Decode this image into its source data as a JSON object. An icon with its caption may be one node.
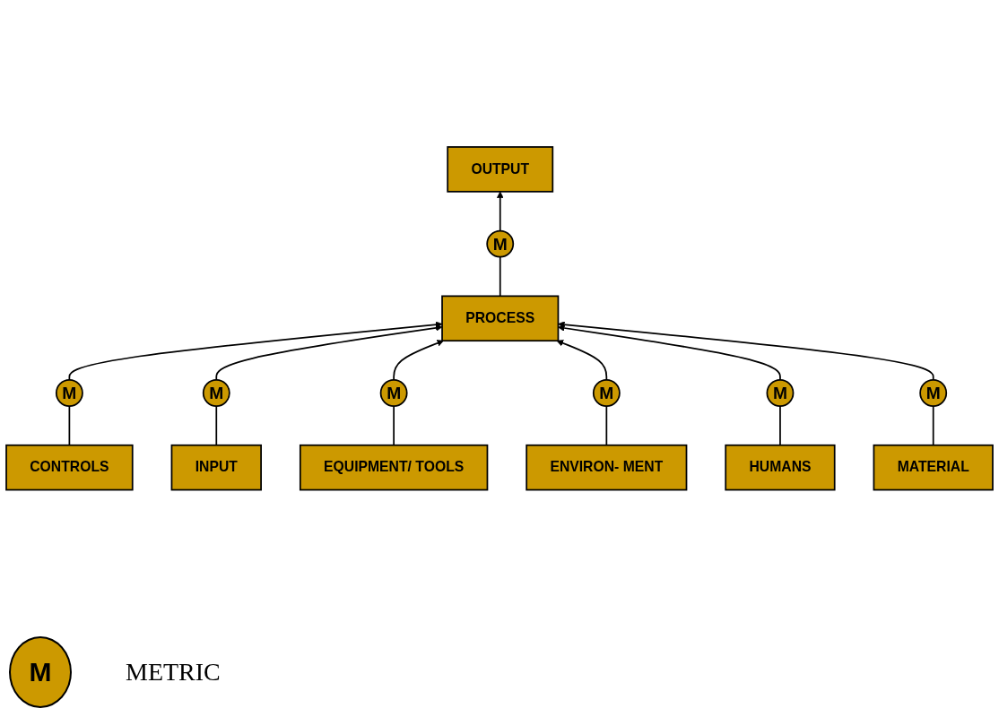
{
  "diagram": {
    "nodes": [
      {
        "text": [
          "CONTROLS"
        ]
      },
      {
        "text": [
          "M"
        ]
      },
      {
        "text": [
          "INPUT"
        ]
      },
      {
        "text": [
          "M"
        ]
      },
      {
        "text": [
          "PROCESS"
        ]
      },
      {
        "text": [
          "M"
        ]
      },
      {
        "text": [
          "OUTPUT"
        ]
      },
      {
        "text": [
          "M"
        ]
      },
      {
        "text": [
          "M"
        ]
      },
      {
        "text": [
          "M"
        ]
      },
      {
        "text": [
          "M"
        ]
      },
      {
        "text": [
          "EQUIPMENT/ TOOLS"
        ]
      },
      {
        "text": [
          "ENVIRON- MENT"
        ]
      },
      {
        "text": [
          "HUMANS"
        ]
      },
      {
        "text": [
          "MATERIAL"
        ]
      }
    ],
    "edges": [
      {
        "from": 0,
        "to": 1,
        "arrow": "none"
      },
      {
        "from": 1,
        "to": 4,
        "arrow": "to"
      },
      {
        "from": 2,
        "to": 3,
        "arrow": "none"
      },
      {
        "from": 3,
        "to": 4,
        "arrow": "to"
      },
      {
        "from": 4,
        "to": 5,
        "arrow": "none"
      },
      {
        "from": 5,
        "to": 6,
        "arrow": "to"
      },
      {
        "from": 11,
        "to": 7,
        "arrow": "none"
      },
      {
        "from": 7,
        "to": 4,
        "arrow": "to"
      },
      {
        "from": 12,
        "to": 8,
        "arrow": "none"
      },
      {
        "from": 8,
        "to": 4,
        "arrow": "to"
      },
      {
        "from": 13,
        "to": 9,
        "arrow": "none"
      },
      {
        "from": 9,
        "to": 4,
        "arrow": "to"
      },
      {
        "from": 14,
        "to": 10,
        "arrow": "none"
      },
      {
        "from": 10,
        "to": 4,
        "arrow": "to"
      }
    ],
    "labels": [
      "M"
    ],
    "legend": [
      {
        "text": "METRIC"
      }
    ]
  }
}
